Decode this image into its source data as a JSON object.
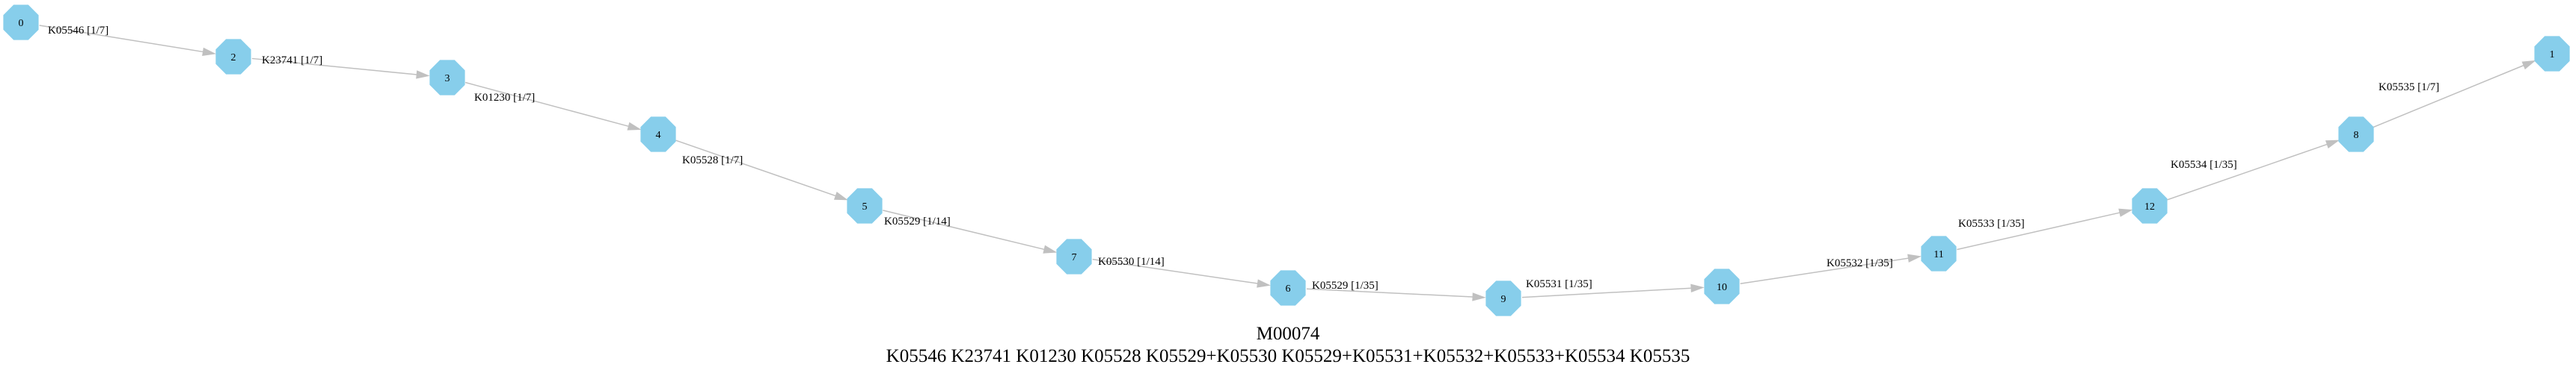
{
  "module": {
    "title": "M00074",
    "definition": "K05546 K23741 K01230 K05528 K05529+K05530 K05529+K05531+K05532+K05533+K05534 K05535"
  },
  "graph": {
    "node_color": "#87ceeb",
    "edge_color": "#c0c0c0",
    "nodes": [
      {
        "id": "0",
        "label": "0"
      },
      {
        "id": "2",
        "label": "2"
      },
      {
        "id": "3",
        "label": "3"
      },
      {
        "id": "4",
        "label": "4"
      },
      {
        "id": "5",
        "label": "5"
      },
      {
        "id": "7",
        "label": "7"
      },
      {
        "id": "6",
        "label": "6"
      },
      {
        "id": "9",
        "label": "9"
      },
      {
        "id": "10",
        "label": "10"
      },
      {
        "id": "11",
        "label": "11"
      },
      {
        "id": "12",
        "label": "12"
      },
      {
        "id": "8",
        "label": "8"
      },
      {
        "id": "1",
        "label": "1"
      }
    ],
    "edges": [
      {
        "from": "0",
        "to": "2",
        "label": "K05546 [1/7]"
      },
      {
        "from": "2",
        "to": "3",
        "label": "K23741 [1/7]"
      },
      {
        "from": "3",
        "to": "4",
        "label": "K01230 [1/7]"
      },
      {
        "from": "4",
        "to": "5",
        "label": "K05528 [1/7]"
      },
      {
        "from": "5",
        "to": "7",
        "label": "K05529 [1/14]"
      },
      {
        "from": "7",
        "to": "6",
        "label": "K05530 [1/14]"
      },
      {
        "from": "6",
        "to": "9",
        "label": "K05529 [1/35]"
      },
      {
        "from": "9",
        "to": "10",
        "label": "K05531 [1/35]"
      },
      {
        "from": "10",
        "to": "11",
        "label": "K05532 [1/35]"
      },
      {
        "from": "11",
        "to": "12",
        "label": "K05533 [1/35]"
      },
      {
        "from": "12",
        "to": "8",
        "label": "K05534 [1/35]"
      },
      {
        "from": "8",
        "to": "1",
        "label": "K05535 [1/7]"
      }
    ]
  }
}
